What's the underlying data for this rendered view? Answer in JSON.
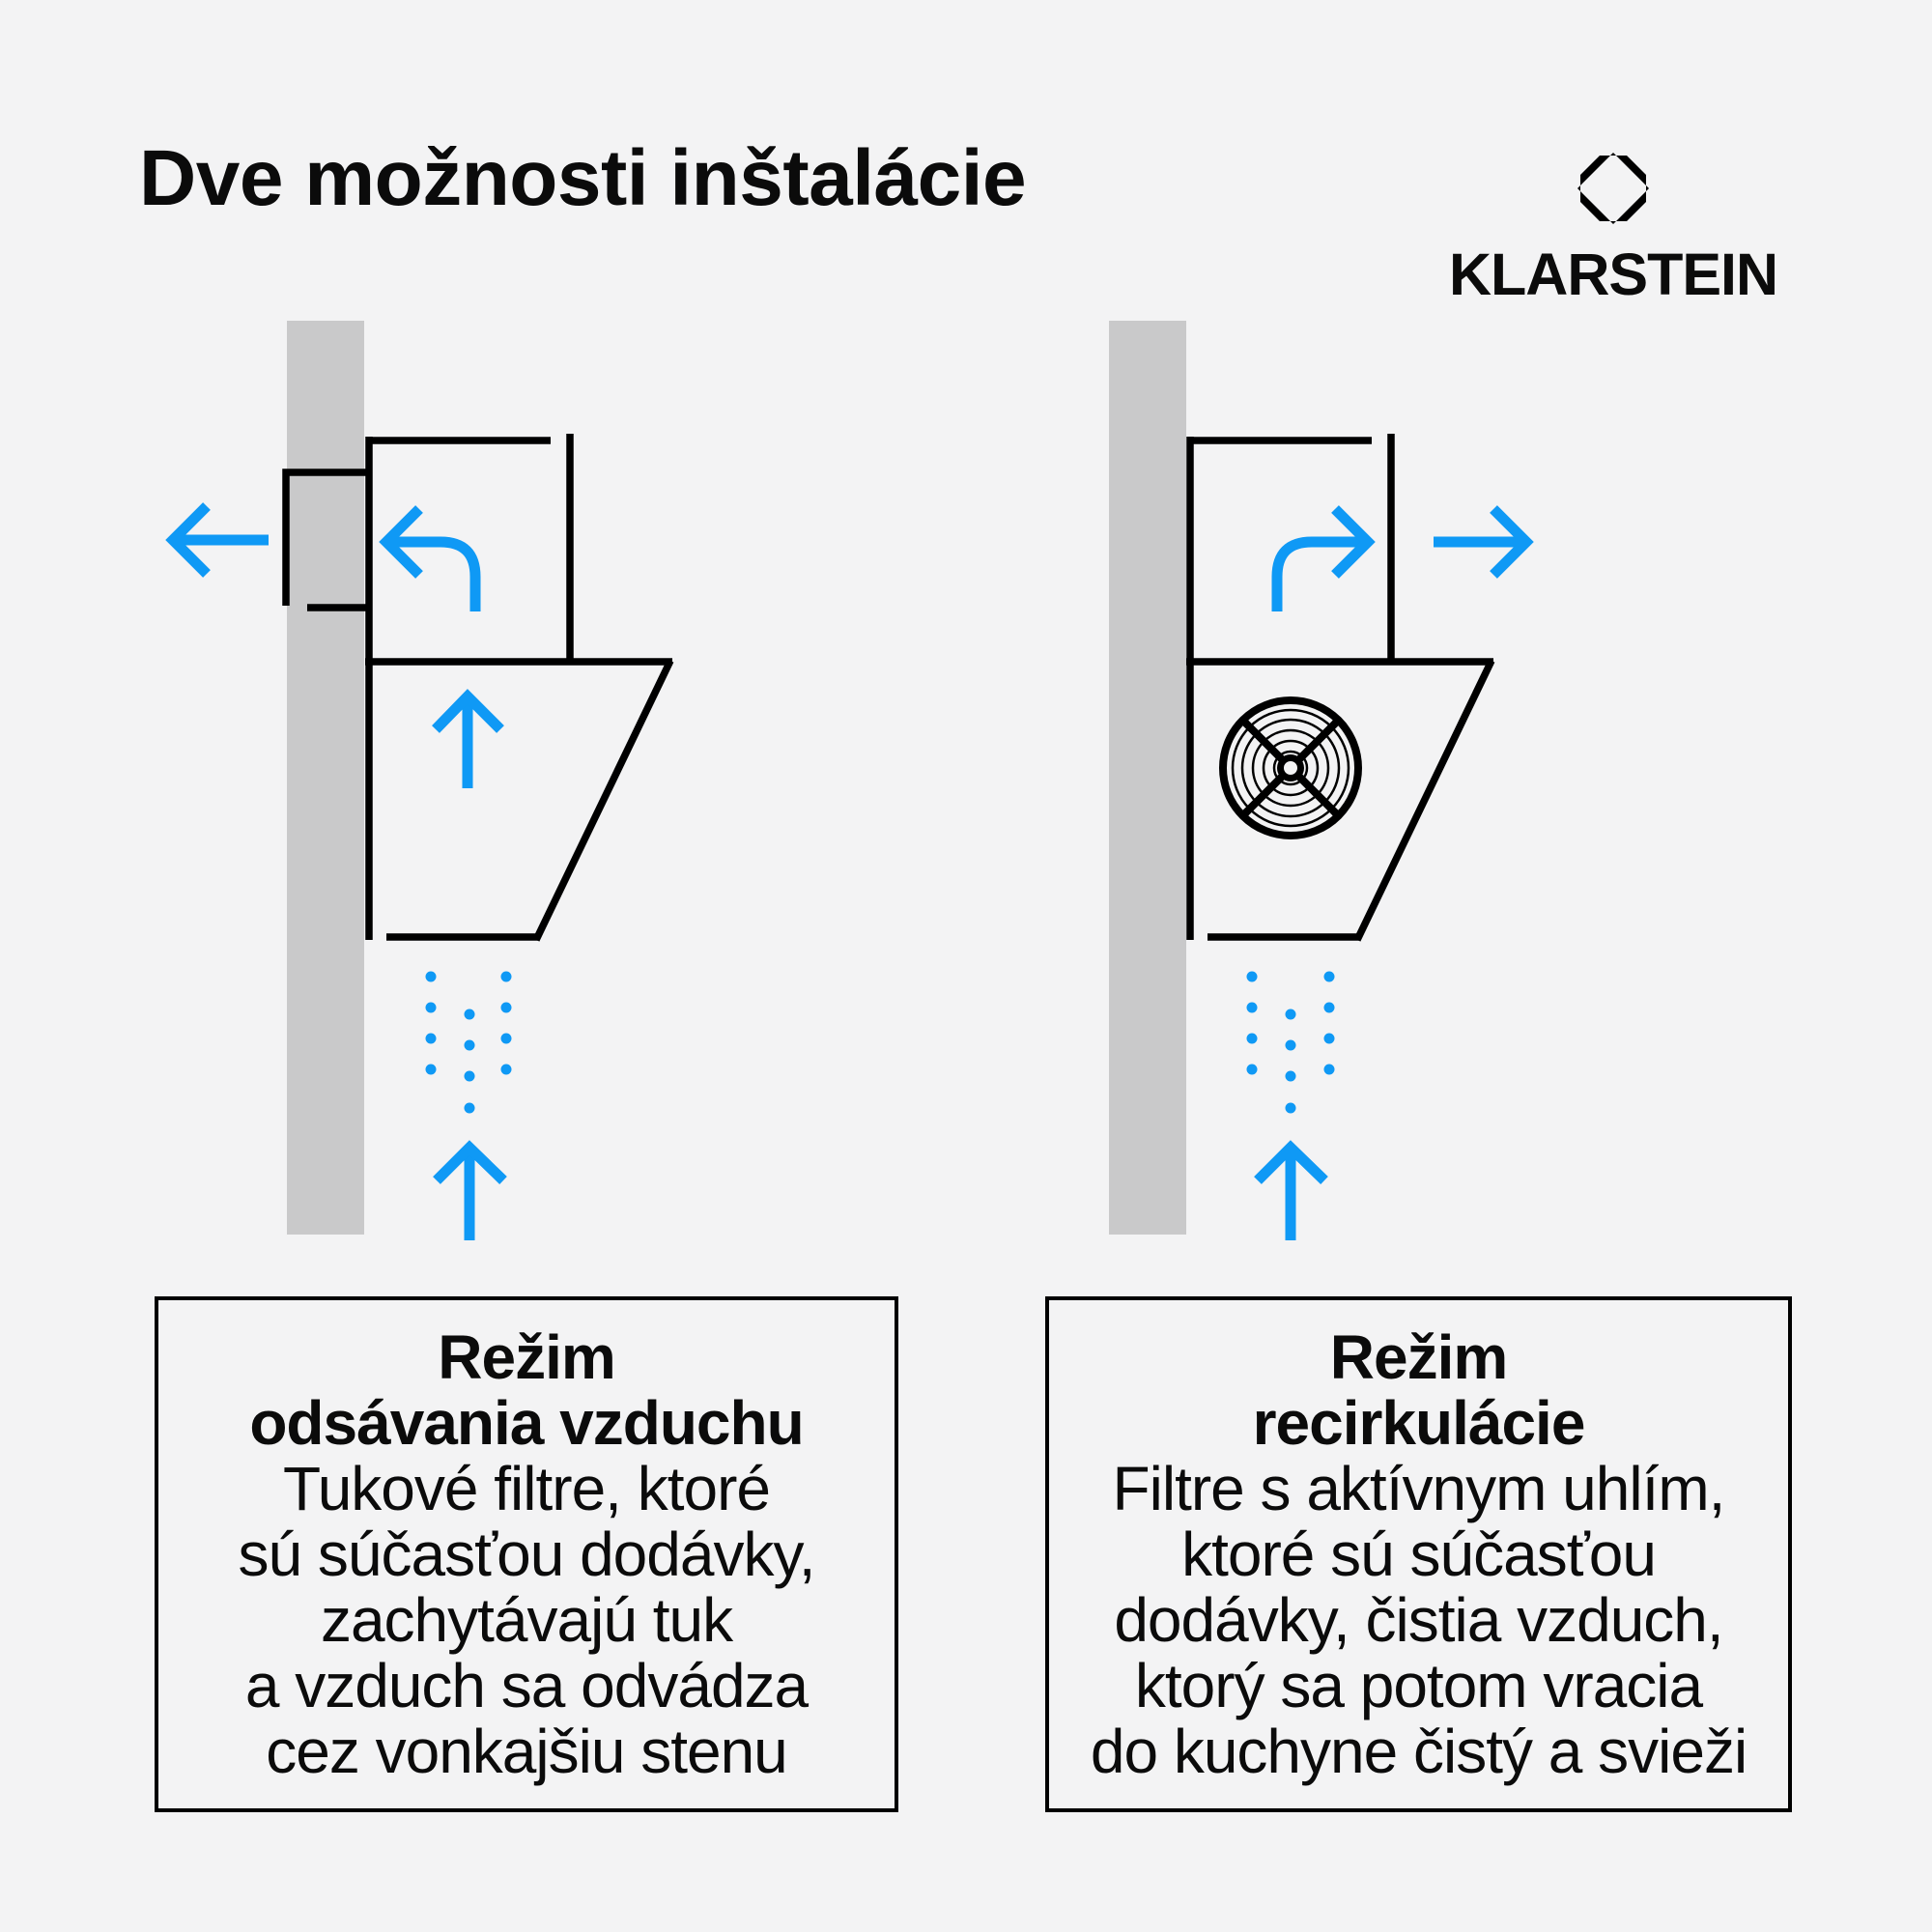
{
  "page": {
    "title": "Dve možnosti inštalácie",
    "colors": {
      "background": "#f3f3f4",
      "text": "#0b0b0b",
      "accent_blue": "#0f99f5",
      "wall_gray": "#c9c9ca",
      "line_black": "#000000"
    }
  },
  "brand": {
    "wordmark": "KLARSTEIN",
    "logo_icon": "octagon-diamond-icon"
  },
  "diagrams": [
    {
      "id": "extraction-mode",
      "elements": [
        "wall",
        "wall-duct",
        "chimney",
        "hood",
        "arrow-left-exit-icon",
        "arrow-curve-left-icon",
        "arrow-up-icon",
        "steam-dots",
        "arrow-up-intake-icon"
      ]
    },
    {
      "id": "recirculation-mode",
      "elements": [
        "wall",
        "chimney",
        "hood",
        "fan-filter-icon",
        "arrow-curve-right-icon",
        "arrow-right-exit-icon",
        "steam-dots",
        "arrow-up-intake-icon"
      ]
    }
  ],
  "captions": [
    {
      "heading_lines": [
        "Režim",
        "odsávania vzduchu"
      ],
      "body_lines": [
        "Tukové filtre, ktoré",
        "sú súčasťou dodávky,",
        "zachytávajú tuk",
        "a vzduch sa odvádza",
        "cez vonkajšiu stenu"
      ]
    },
    {
      "heading_lines": [
        "Režim",
        "recirkulácie"
      ],
      "body_lines": [
        "Filtre s aktívnym uhlím,",
        "ktoré sú súčasťou",
        "dodávky, čistia vzduch,",
        "ktorý sa potom vracia",
        "do kuchyne čistý a svieži"
      ]
    }
  ]
}
